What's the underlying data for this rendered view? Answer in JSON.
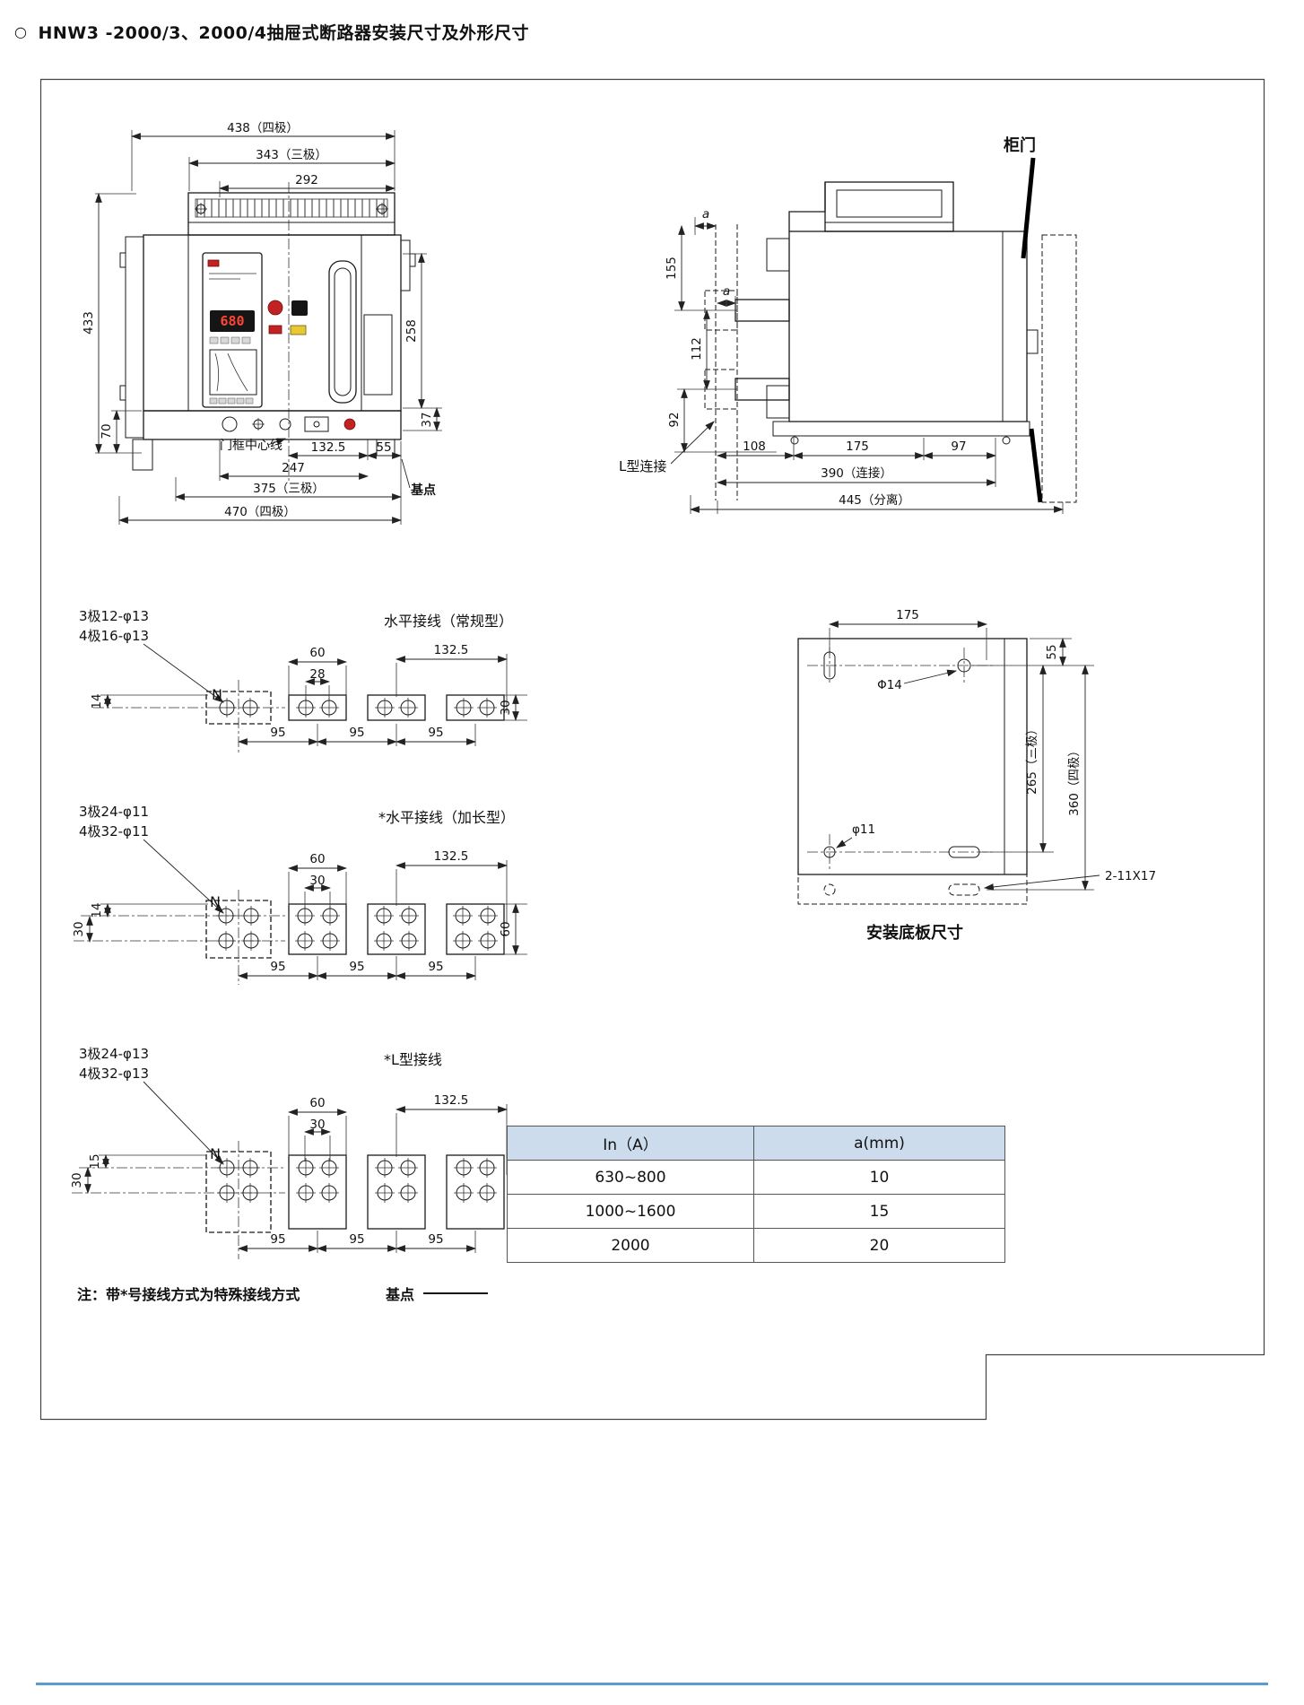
{
  "page": {
    "bullet": "○",
    "title": "HNW3 -2000/3、2000/4抽屉式断路器安装尺寸及外形尺寸"
  },
  "front_view": {
    "dims": {
      "w4p": "438（四极）",
      "w3p": "343（三极）",
      "w_rail": "292",
      "h_total": "433",
      "h_bracket": "70",
      "h_body": "258",
      "h_base": "37",
      "off_center": "132.5",
      "off_edge": "55",
      "w_inner": "247",
      "wb3p": "375（三极）",
      "wb4p": "470（四极）"
    },
    "labels": {
      "door_center": "门框中心线",
      "base_point": "基点"
    },
    "display": "680"
  },
  "side_view": {
    "dims": {
      "a1": "a",
      "a2": "a",
      "v155": "155",
      "v112": "112",
      "v92": "92",
      "h108": "108",
      "h175": "175",
      "h97": "97",
      "connect": "390（连接）",
      "separate": "445（分离）"
    },
    "labels": {
      "cabinet_door": "柜门",
      "l_connection": "L型连接"
    }
  },
  "conn_standard": {
    "title": "水平接线（常规型）",
    "spec_3p": "3极12-φ13",
    "spec_4p": "4极16-φ13",
    "n_label": "N",
    "dims": {
      "v14": "14",
      "t60": "60",
      "t28": "28",
      "t132": "132.5",
      "r30": "30",
      "p1": "95",
      "p2": "95",
      "p3": "95"
    }
  },
  "conn_extended": {
    "title": "*水平接线（加长型）",
    "spec_3p": "3极24-φ11",
    "spec_4p": "4极32-φ11",
    "n_label": "N",
    "dims": {
      "v14": "14",
      "l30": "30",
      "t60": "60",
      "t30": "30",
      "t132": "132.5",
      "r60": "60",
      "p1": "95",
      "p2": "95",
      "p3": "95"
    }
  },
  "conn_ltype": {
    "title": "*L型接线",
    "spec_3p": "3极24-φ13",
    "spec_4p": "4极32-φ13",
    "n_label": "N",
    "dims": {
      "v15": "15",
      "l30": "30",
      "t60": "60",
      "t30": "30",
      "t132": "132.5",
      "p1": "95",
      "p2": "95",
      "p3": "95"
    }
  },
  "baseplate": {
    "title": "安装底板尺寸",
    "dims": {
      "t175": "175",
      "r55": "55",
      "hole14": "Φ14",
      "hole11": "φ11",
      "v265": "265（三极）",
      "v360": "360（四极）",
      "slots": "2-11X17"
    }
  },
  "spec_table": {
    "headers": [
      "In（A）",
      "a(mm)"
    ],
    "rows": [
      {
        "in": "630~800",
        "a": "10"
      },
      {
        "in": "1000~1600",
        "a": "15"
      },
      {
        "in": "2000",
        "a": "20"
      }
    ]
  },
  "note": {
    "text": "注：带*号接线方式为特殊接线方式",
    "base_point": "基点"
  },
  "colors": {
    "table_header_bg": "#ccdcec",
    "accent_red": "#c22222",
    "accent_yellow": "#e8c832",
    "bottom_rule": "#5b9bd5"
  }
}
